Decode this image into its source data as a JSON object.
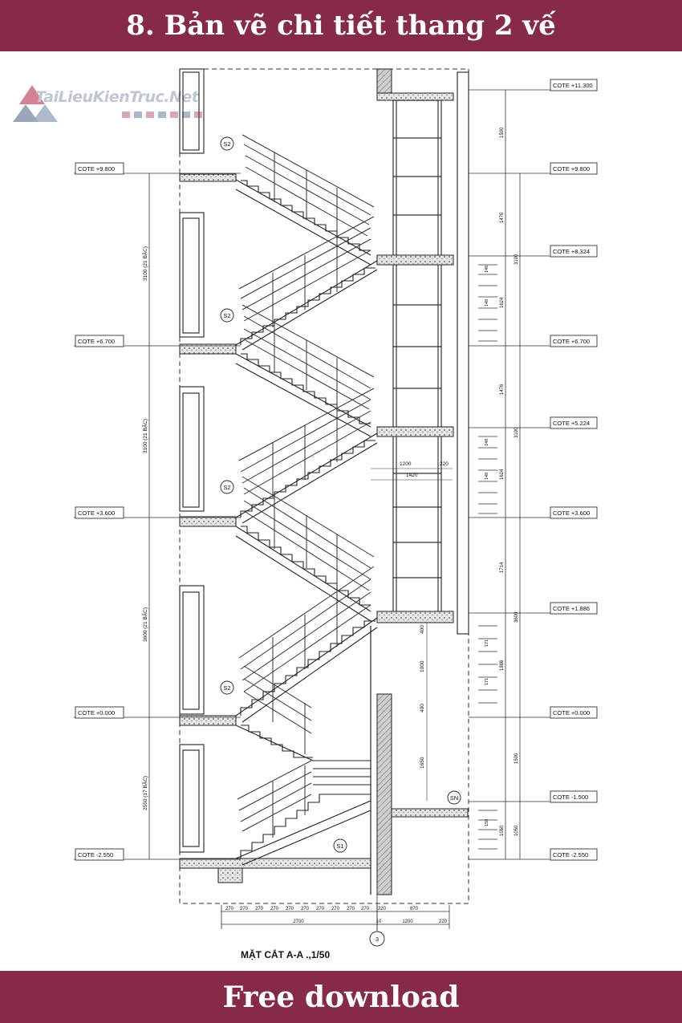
{
  "header": {
    "title": "8. Bản vẽ chi tiết thang 2 vế"
  },
  "footer": {
    "cta": "Free download"
  },
  "logo": {
    "text": "TaiLieuKienTruc.Net"
  },
  "drawing": {
    "caption": "MẶT CẮT A-A .,1/50",
    "left_cotes": [
      "COTE +9.800",
      "COTE +6.700",
      "COTE +3.600",
      "COTE +0.000",
      "COTE -2.550"
    ],
    "right_cotes": [
      "COTE +11.300",
      "COTE +9.800",
      "COTE +8.324",
      "COTE +6.700",
      "COTE +5.224",
      "COTE +3.600",
      "COTE +1.886",
      "COTE +0.000",
      "COTE -1.500",
      "COTE -2.550"
    ],
    "flight_labels": [
      "3100 (21 BẬC)",
      "3100 (21 BẬC)",
      "3600 (21 BẬC)",
      "2550 (17 BẬC)"
    ],
    "section_tags": [
      "S2",
      "S2",
      "S2",
      "S2",
      "S1",
      "SN"
    ],
    "grid_axis": "3",
    "right_dims": [
      "1500",
      "1476",
      "3100",
      "1624",
      "1476",
      "3100",
      "1624",
      "1714",
      "3600",
      "1886",
      "1500",
      "1050",
      "1050"
    ],
    "step_dims": [
      "148",
      "171",
      "150"
    ],
    "inner_dims": [
      "1200",
      "220",
      "1420",
      "400",
      "1000",
      "400",
      "1650"
    ],
    "bottom_steps": [
      "270",
      "270",
      "270",
      "270",
      "270",
      "270",
      "270",
      "270",
      "270",
      "270",
      "220",
      "870"
    ],
    "bottom_totals": [
      "2700",
      "10",
      "1200",
      "220"
    ]
  },
  "colors": {
    "banner": "#862a45",
    "line": "#222222"
  }
}
